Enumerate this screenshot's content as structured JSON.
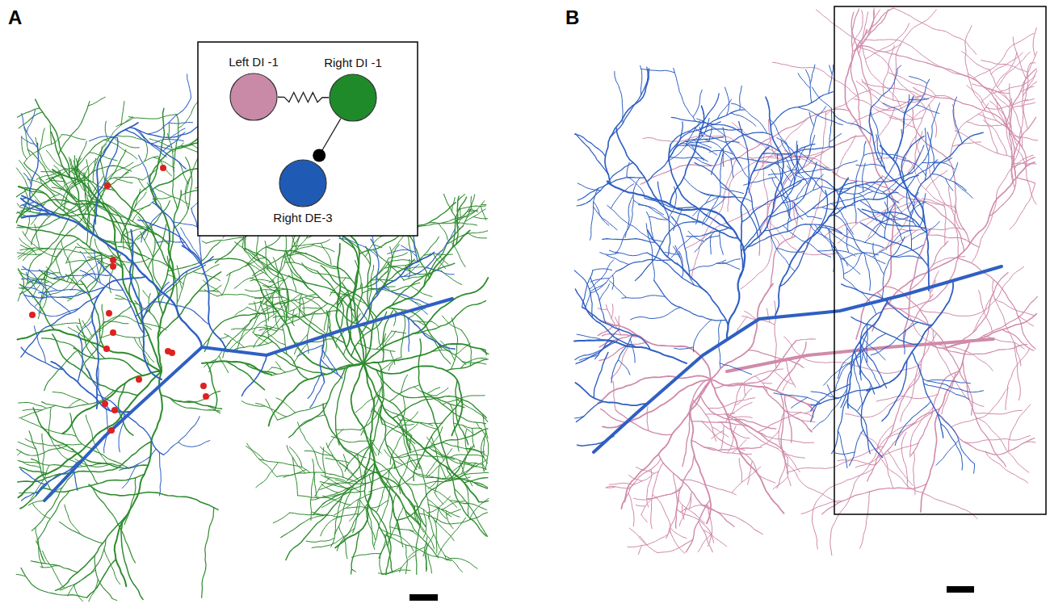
{
  "diagram": {
    "nodes": [
      {
        "text": [
          "Left DI -1"
        ]
      },
      {
        "text": [
          "Right DI -1"
        ]
      },
      {
        "text": [
          "Right DE-3"
        ]
      }
    ],
    "edges": [
      {
        "from": 0,
        "to": 1,
        "arrow": "none"
      },
      {
        "from": 1,
        "to": 2,
        "arrow": "to"
      }
    ],
    "labels": [
      "A",
      "B"
    ]
  }
}
